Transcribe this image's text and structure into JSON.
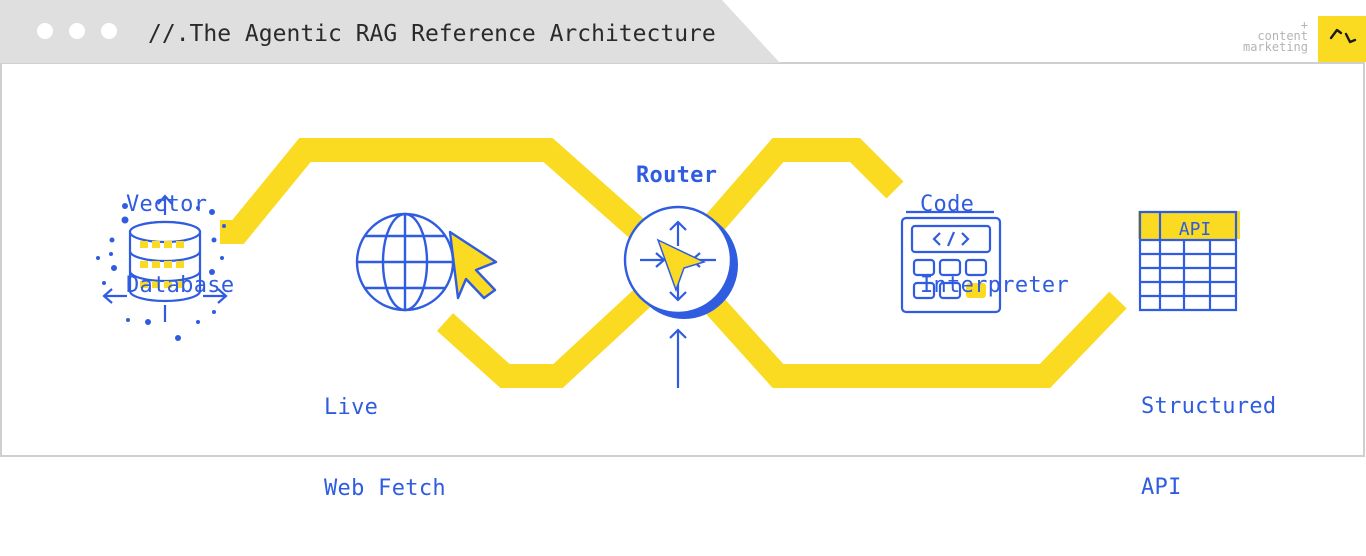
{
  "window": {
    "title": "//.The Agentic RAG Reference Architecture",
    "brand": [
      "+",
      "content",
      "marketing"
    ]
  },
  "nodes": {
    "vector_db": [
      "Vector",
      "Database"
    ],
    "web_fetch": [
      "Live",
      "Web Fetch"
    ],
    "router": "Router",
    "code_interpreter": [
      "Code",
      "Interpreter"
    ],
    "structured_api": [
      "Structured",
      "API"
    ],
    "api_badge": "API"
  },
  "colors": {
    "accent_yellow": "#fadb22",
    "primary_blue": "#2f5ce0",
    "tab_gray": "#dfdfdf",
    "frame_gray": "#cfcfcf"
  }
}
